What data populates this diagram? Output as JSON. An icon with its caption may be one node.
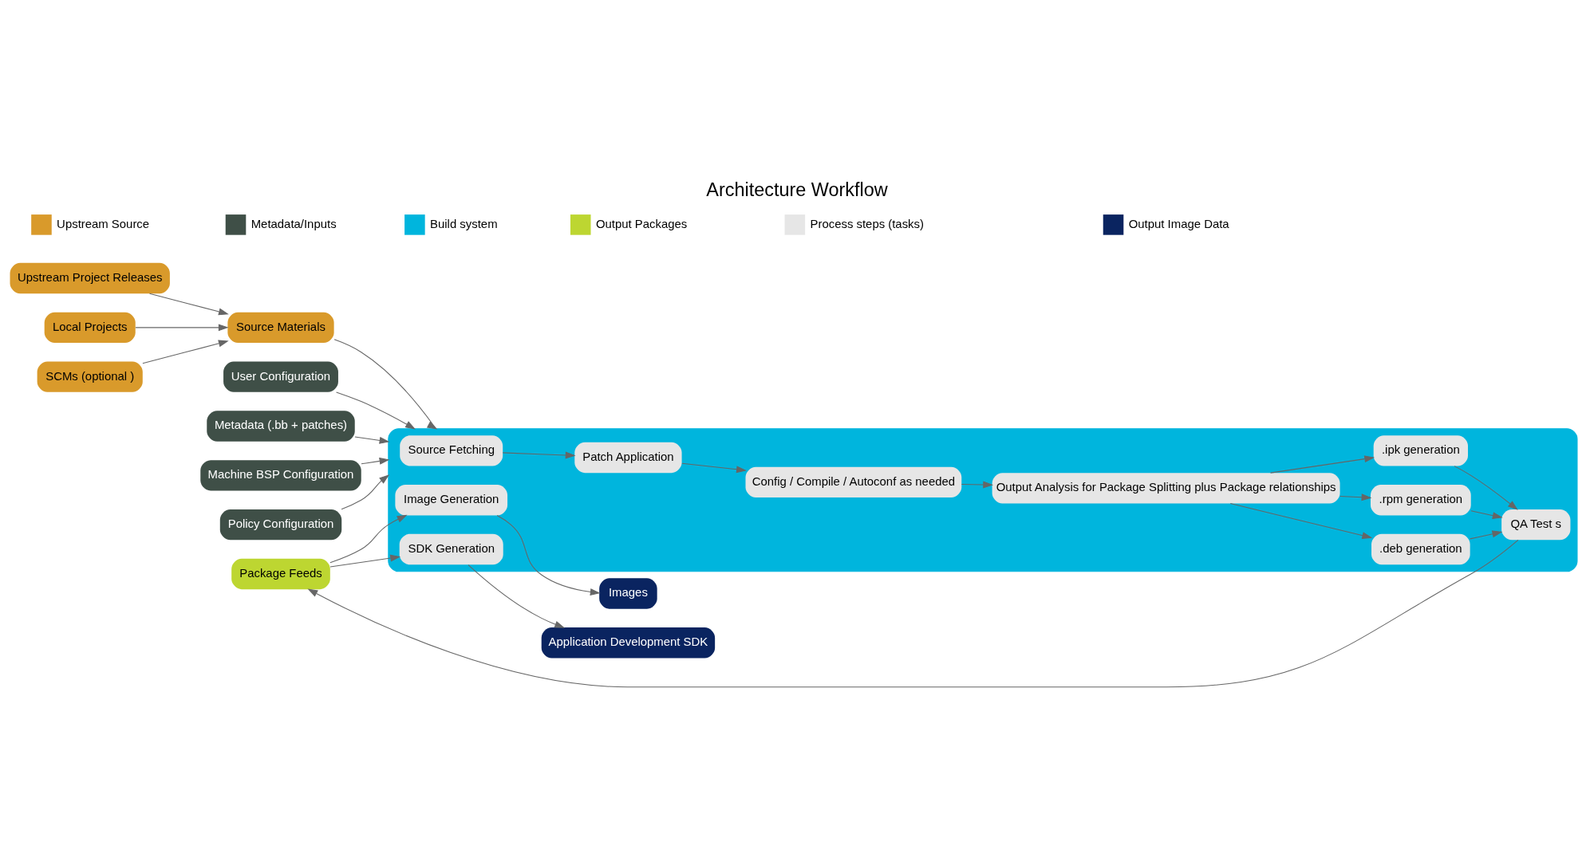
{
  "diagram": {
    "title": "Architecture Workflow",
    "nodes": [
      {
        "text": [
          "Upstream Project Releases"
        ]
      },
      {
        "text": [
          "Local Projects"
        ]
      },
      {
        "text": [
          "SCMs (optional )"
        ]
      },
      {
        "text": [
          "Source Materials"
        ]
      },
      {
        "text": [
          "User Configuration"
        ]
      },
      {
        "text": [
          "Metadata (.bb + patches)"
        ]
      },
      {
        "text": [
          "Machine BSP Configuration"
        ]
      },
      {
        "text": [
          "Policy Configuration"
        ]
      },
      {
        "text": [],
        "shape": "box"
      },
      {
        "text": [
          "Source Fetching"
        ],
        "in": 8
      },
      {
        "text": [
          "Patch Application"
        ],
        "in": 8
      },
      {
        "text": [
          "Config / Compile / Autoconf as needed"
        ],
        "in": 8
      },
      {
        "text": [
          "Output Analysis for Package Splitting plus Package relationships"
        ],
        "in": 8
      },
      {
        "text": [
          ".deb generation"
        ],
        "in": 8
      },
      {
        "text": [
          ".rpm generation"
        ],
        "in": 8
      },
      {
        "text": [
          ".ipk generation"
        ],
        "in": 8
      },
      {
        "text": [
          "QA Test s"
        ],
        "in": 8
      },
      {
        "text": [
          "Package Feeds"
        ]
      },
      {
        "text": [
          "Image Generation"
        ],
        "in": 8
      },
      {
        "text": [
          "SDK Generation"
        ],
        "in": 8
      },
      {
        "text": [
          "Images"
        ]
      },
      {
        "text": [
          "Application Development SDK"
        ]
      }
    ],
    "edges": [
      {
        "from": 0,
        "to": 3,
        "arrow": "to"
      },
      {
        "from": 1,
        "to": 3,
        "arrow": "to"
      },
      {
        "from": 2,
        "to": 3,
        "arrow": "to"
      },
      {
        "from": 3,
        "to": 8,
        "arrow": "to"
      },
      {
        "from": 4,
        "to": 8,
        "arrow": "to"
      },
      {
        "from": 5,
        "to": 8,
        "arrow": "to"
      },
      {
        "from": 6,
        "to": 8,
        "arrow": "to"
      },
      {
        "from": 7,
        "to": 8,
        "arrow": "to"
      },
      {
        "from": 9,
        "to": 10,
        "arrow": "to"
      },
      {
        "from": 10,
        "to": 11,
        "arrow": "to"
      },
      {
        "from": 11,
        "to": 12,
        "arrow": "to"
      },
      {
        "from": 12,
        "to": 13,
        "arrow": "to"
      },
      {
        "from": 12,
        "to": 14,
        "arrow": "to"
      },
      {
        "from": 12,
        "to": 15,
        "arrow": "to"
      },
      {
        "from": 13,
        "to": 16,
        "arrow": "to"
      },
      {
        "from": 14,
        "to": 16,
        "arrow": "to"
      },
      {
        "from": 15,
        "to": 16,
        "arrow": "to"
      },
      {
        "from": 16,
        "to": 17,
        "arrow": "to"
      },
      {
        "from": 17,
        "to": 18,
        "arrow": "to"
      },
      {
        "from": 17,
        "to": 19,
        "arrow": "to"
      },
      {
        "from": 18,
        "to": 20,
        "arrow": "to"
      },
      {
        "from": 19,
        "to": 21,
        "arrow": "to"
      }
    ],
    "legend": [
      {
        "text": "Upstream Source",
        "color": "#d99a2b"
      },
      {
        "text": "Metadata/Inputs",
        "color": "#3f4f47"
      },
      {
        "text": "Build system",
        "color": "#00b5dd"
      },
      {
        "text": "Output Packages",
        "color": "#bdd631"
      },
      {
        "text": "Process steps (tasks)",
        "color": "#e6e6e6"
      },
      {
        "text": "Output Image Data",
        "color": "#0a2460"
      }
    ]
  }
}
